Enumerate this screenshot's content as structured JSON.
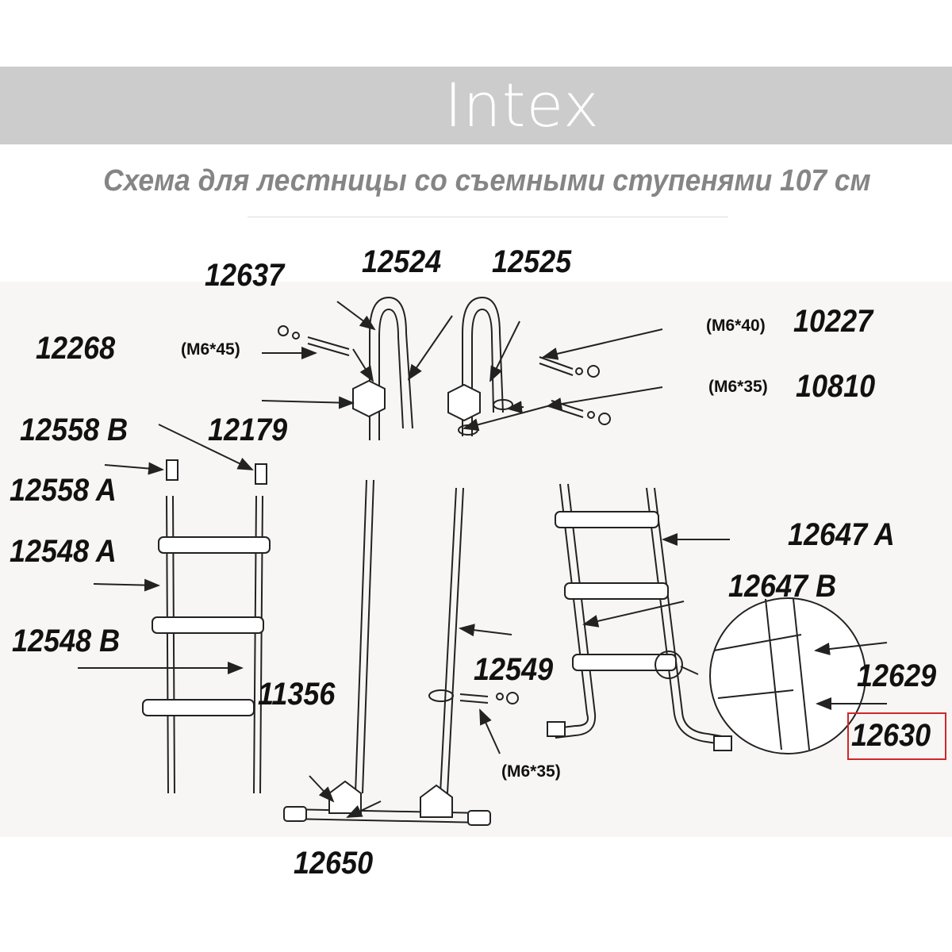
{
  "header": {
    "brand": "Intex",
    "subtitle": "Схема для лестницы со съемными ступенями 107 см"
  },
  "parts": {
    "p12637": "12637",
    "p12524": "12524",
    "p12525": "12525",
    "p12268": "12268",
    "p10227": "10227",
    "p10810": "10810",
    "p12558b": "12558 B",
    "p12179": "12179",
    "p12558a": "12558 A",
    "p12548a": "12548 A",
    "p12548b": "12548 B",
    "p11356": "11356",
    "p12549": "12549",
    "p12650": "12650",
    "p12647a": "12647 A",
    "p12647b": "12647 B",
    "p12629": "12629",
    "p12630": "12630"
  },
  "bolts": {
    "m645": "(M6*45)",
    "m640": "(M6*40)",
    "m635a": "(M6*35)",
    "m635b": "(M6*35)"
  },
  "highlight": {
    "part": "12630",
    "color": "#d0262b"
  }
}
